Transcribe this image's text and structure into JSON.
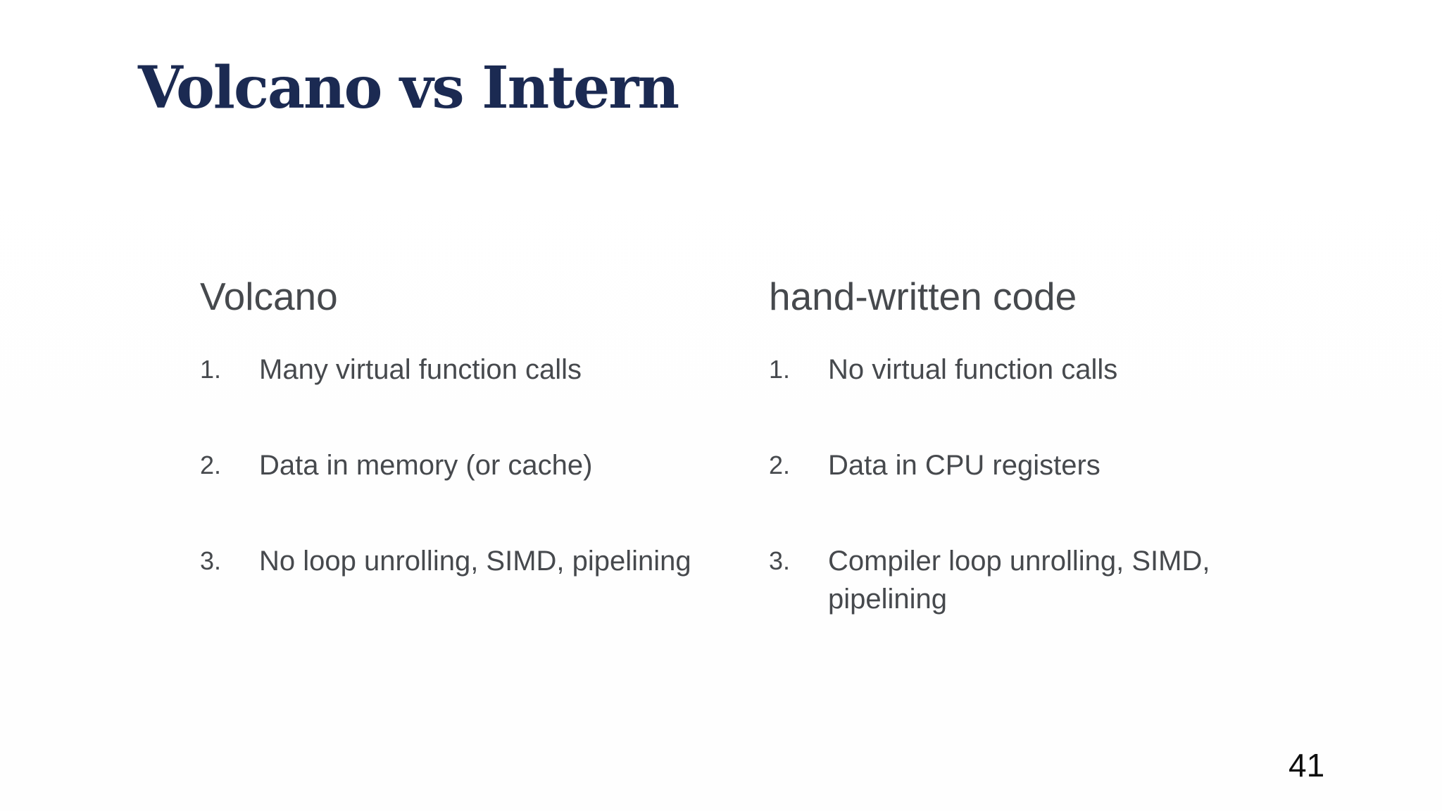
{
  "slide": {
    "title": "Volcano vs Intern",
    "page_number": "41",
    "columns": [
      {
        "header": "Volcano",
        "items": [
          {
            "number": "1.",
            "text": "Many virtual function calls"
          },
          {
            "number": "2.",
            "text": "Data in memory (or cache)"
          },
          {
            "number": "3.",
            "text": "No loop unrolling, SIMD, pipelining"
          }
        ]
      },
      {
        "header": "hand-written code",
        "items": [
          {
            "number": "1.",
            "text": "No virtual function calls"
          },
          {
            "number": "2.",
            "text": "Data in CPU registers"
          },
          {
            "number": "3.",
            "text": "Compiler loop unrolling, SIMD, pipelining"
          }
        ]
      }
    ],
    "colors": {
      "background": "#ffffff",
      "title": "#1b2a52",
      "body": "#46494d",
      "page_number": "#0e0e0e"
    }
  }
}
